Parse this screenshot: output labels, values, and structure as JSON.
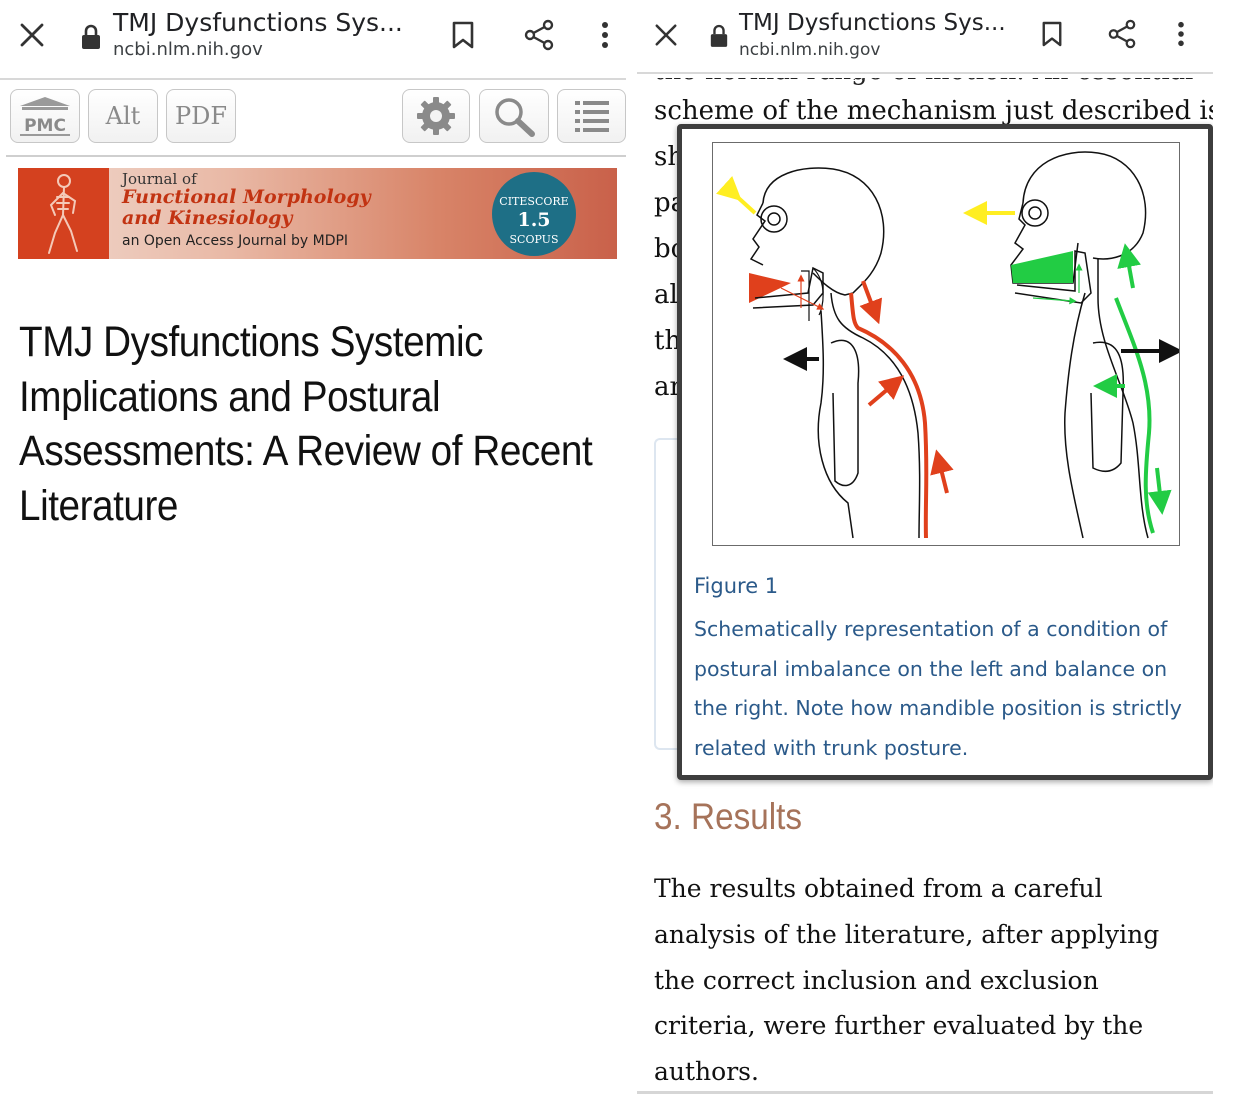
{
  "left": {
    "browser": {
      "title": "TMJ Dysfunctions Sys...",
      "url": "ncbi.nlm.nih.gov"
    },
    "toolbar": {
      "pmc_label": "PMC",
      "alt_label": "Alt",
      "pdf_label": "PDF"
    },
    "banner": {
      "journal_of": "Journal of",
      "journal_name": "Functional Morphology\nand Kinesiology",
      "subtitle": "an Open Access Journal by MDPI",
      "badge_top": "CITESCORE",
      "badge_value": "1.5",
      "badge_bottom": "SCOPUS"
    },
    "article_title": "TMJ Dysfunctions Systemic Implications and Postural Assessments: A Review of Recent Literature"
  },
  "right": {
    "browser": {
      "title": "TMJ Dysfunctions Sys...",
      "url": "ncbi.nlm.nih.gov"
    },
    "cut_line": "the normal range of motion. An essential",
    "scheme_line": "scheme of the mechanism just described is",
    "fragments": [
      "sh",
      "pa",
      "bo",
      "al",
      "th",
      "ar"
    ],
    "figure": {
      "label": "Figure 1",
      "caption": "Schematically representation of a condition of postural imbalance on the left and balance on the right. Note how mandible position is strictly related with trunk posture."
    },
    "results": {
      "heading": "3. Results",
      "text": "The results obtained from a careful analysis of the literature, after applying the correct inclusion and exclusion criteria, were further evaluated by the authors."
    }
  },
  "colors": {
    "imbalance_red": "#e0401c",
    "balance_green": "#22cc44",
    "gaze_yellow": "#ffee22",
    "results_heading": "#a6735a",
    "caption_blue": "#2b5a8a"
  }
}
